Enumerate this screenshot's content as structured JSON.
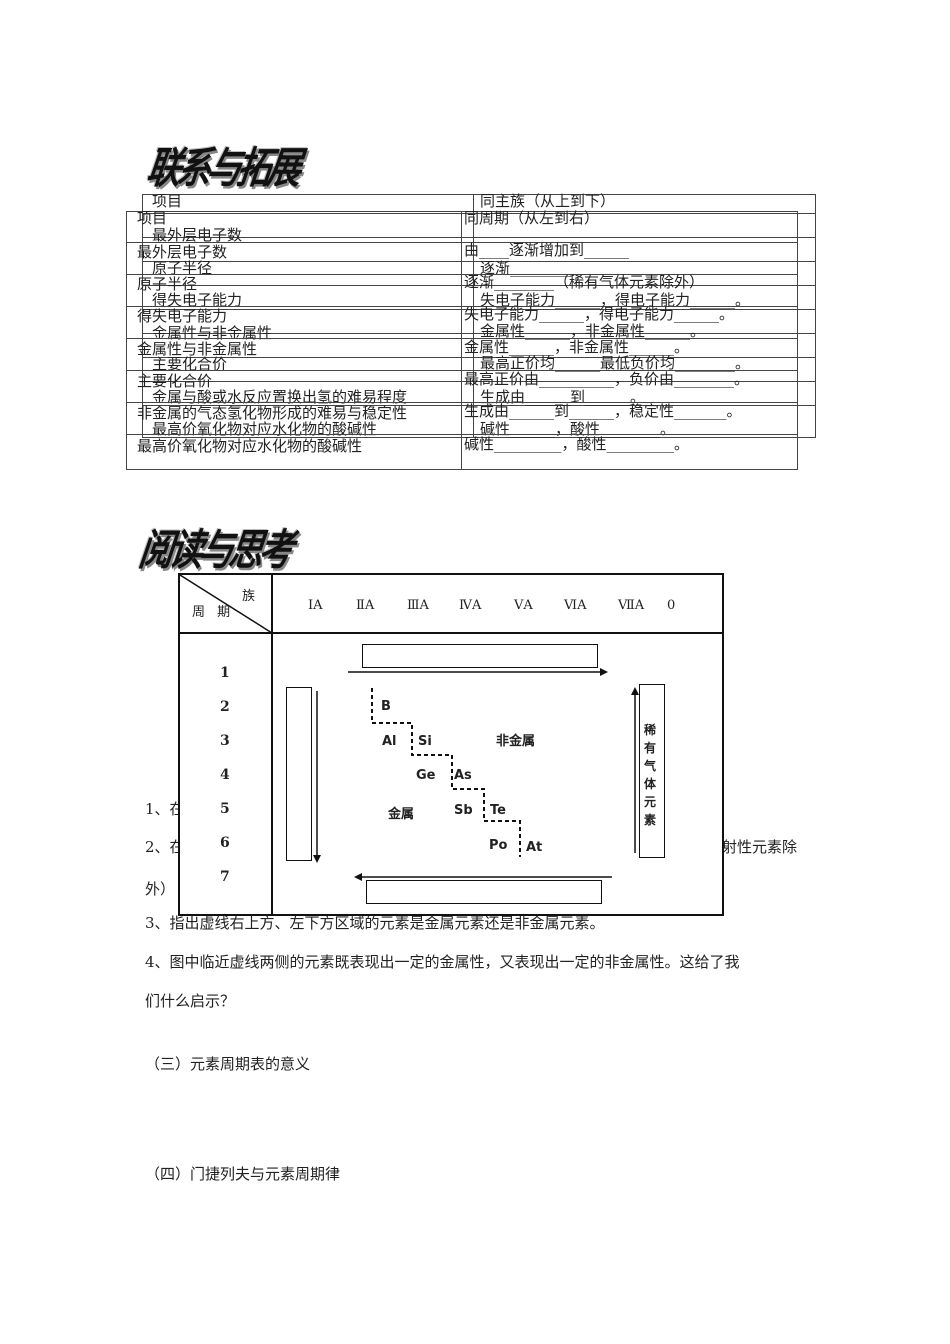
{
  "section1": {
    "heading": "联系与拓展",
    "back_table": {
      "rows": [
        [
          "项目",
          "同主族（从上到下）"
        ],
        [
          "最外层电子数",
          ""
        ],
        [
          "原子半径",
          "逐渐________"
        ],
        [
          "得失电子能力",
          "失电子能力______，得电子能力______。"
        ],
        [
          "金属性与非金属性",
          "金属性______，非金属性______。"
        ],
        [
          "主要化合价",
          "最高正价均______最低负价均________。"
        ],
        [
          "金属与酸或水反应置换出氢的难易程度",
          ""
        ],
        [
          "",
          "生成由______到______。"
        ],
        [
          "最高价氧化物对应水化物的酸碱性",
          "碱性______，酸性________。"
        ]
      ]
    },
    "front_table": {
      "rows": [
        [
          "项目",
          "同周期（从左到右）"
        ],
        [
          "最外层电子数",
          "由____逐渐增加到______"
        ],
        [
          "原子半径",
          "逐渐________（稀有气体元素除外）"
        ],
        [
          "得失电子能力",
          "失电子能力______，得电子能力______。"
        ],
        [
          "金属性与非金属性",
          "金属性______，非金属性______。"
        ],
        [
          "主要化合价",
          "最高正价由__________，负价由________。"
        ],
        [
          "非金属的气态氢化物形成的难易与稳定性",
          "生成由______到______，稳定性_______。"
        ],
        [
          "最高价氧化物对应水化物的酸碱性",
          "碱性_________，酸性_________。"
        ]
      ]
    }
  },
  "section2": {
    "heading": "阅读与思考",
    "chart": {
      "corner_group": "族",
      "corner_period": "周 期",
      "groups": [
        "ⅠA",
        "ⅡA",
        "ⅢA",
        "ⅣA",
        "ⅤA",
        "ⅥA",
        "ⅦA",
        "0"
      ],
      "periods": [
        "1",
        "2",
        "3",
        "4",
        "5",
        "6",
        "7"
      ],
      "elements": [
        "B",
        "Al",
        "Si",
        "Ge",
        "As",
        "Sb",
        "Te",
        "Po",
        "At"
      ],
      "nonmetal_label": "非金属",
      "metal_label": "金属",
      "noble_label": "稀有气体元素"
    },
    "questions": {
      "q1_visible": "1、在",
      "q2_visible": "2、在",
      "q2_tail": "射性元素除",
      "q2_end": "外）",
      "q3": "3、指出虚线右上方、左下方区域的元素是金属元素还是非金属元素。",
      "q4_line1": "4、图中临近虚线两侧的元素既表现出一定的金属性，又表现出一定的非金属性。这给了我",
      "q4_line2": "们什么启示？"
    }
  },
  "section3": {
    "title": "（三）元素周期表的意义"
  },
  "section4": {
    "title": "（四）门捷列夫与元素周期律"
  }
}
